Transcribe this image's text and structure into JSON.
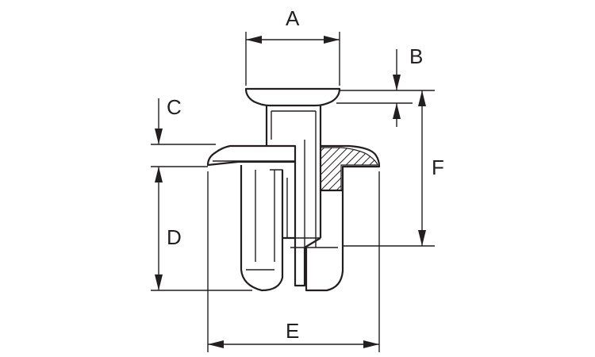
{
  "dimensions": {
    "a": "A",
    "b": "B",
    "c": "C",
    "d": "D",
    "e": "E",
    "f": "F"
  },
  "colors": {
    "line": "#231f20",
    "background": "#ffffff"
  }
}
